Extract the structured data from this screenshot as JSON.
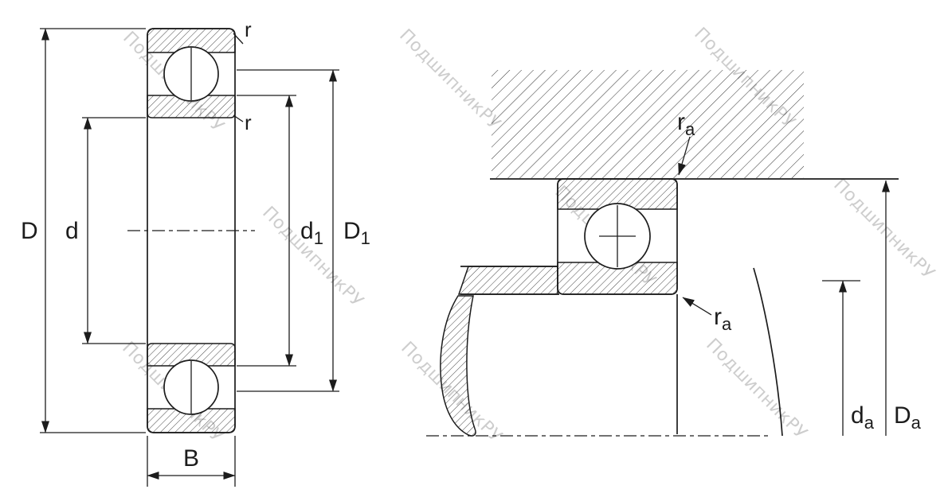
{
  "watermark": {
    "text": "ПодшипникРУ",
    "color": "#c5c5c5"
  },
  "labels": {
    "D": "D",
    "d": "d",
    "d1": {
      "base": "d",
      "sub": "1"
    },
    "D1": {
      "base": "D",
      "sub": "1"
    },
    "B": "B",
    "r_top": "r",
    "r_mid": "r",
    "ra": {
      "base": "r",
      "sub": "a"
    },
    "da": {
      "base": "d",
      "sub": "a"
    },
    "Da": {
      "base": "D",
      "sub": "a"
    }
  },
  "colors": {
    "line": "#1c1c1c",
    "background": "#ffffff",
    "watermark": "#c5c5c5"
  }
}
